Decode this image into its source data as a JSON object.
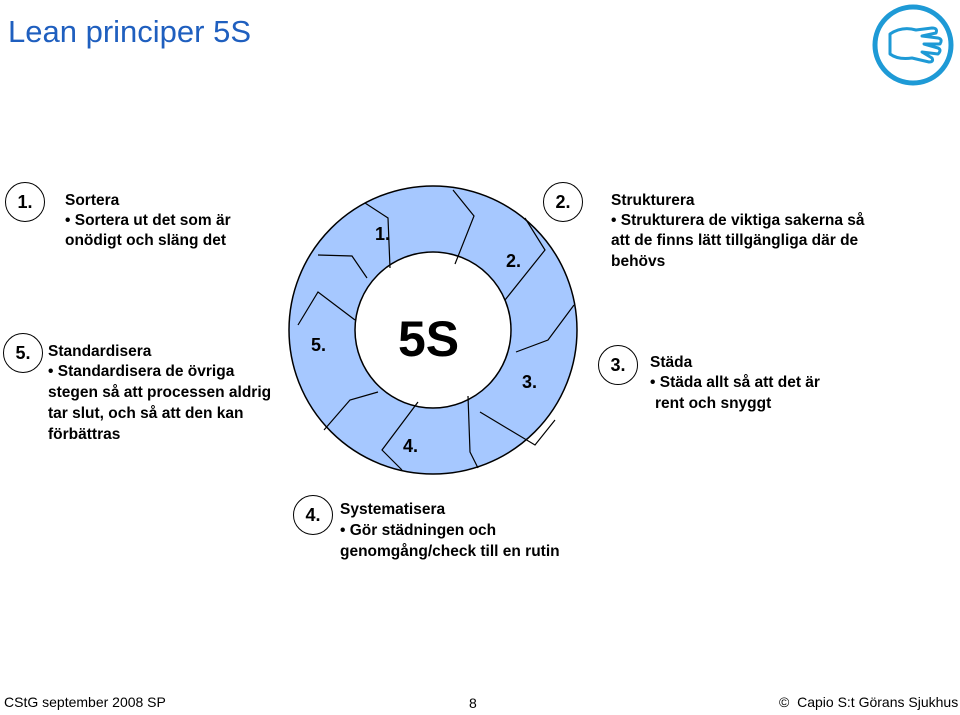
{
  "title": "Lean principer 5S",
  "colors": {
    "title": "#1f5fbf",
    "ring_fill": "#a6c8ff",
    "logo": "#1e9ad6"
  },
  "logo_icon": "hand-logo-icon",
  "diagram": {
    "center_label": "5S",
    "ring_labels": [
      "1.",
      "2.",
      "3.",
      "4.",
      "5."
    ]
  },
  "steps": {
    "s1": {
      "number": "1.",
      "title": "Sortera",
      "bullet": "• Sortera ut det som är",
      "cont": "onödigt och släng det"
    },
    "s2": {
      "number": "2.",
      "title": "Strukturera",
      "bullet": "• Strukturera de viktiga sakerna så",
      "cont1": "att de finns lätt tillgängliga där de",
      "cont2": "behövs"
    },
    "s3": {
      "number": "3.",
      "title": "Städa",
      "bullet": "• Städa allt så att det är",
      "cont": "rent och snyggt"
    },
    "s4": {
      "number": "4.",
      "title": "Systematisera",
      "bullet": "• Gör städningen och",
      "cont": "genomgång/check till en rutin"
    },
    "s5": {
      "number": "5.",
      "title": "Standardisera",
      "bullet": "• Standardisera de övriga",
      "cont1": "stegen så att processen aldrig",
      "cont2": "tar slut, och så att den kan",
      "cont3": "förbättras"
    }
  },
  "footer": {
    "left": "CStG september 2008 SP",
    "page": "8",
    "copyright_symbol": "©",
    "right": "Capio S:t Görans Sjukhus"
  }
}
